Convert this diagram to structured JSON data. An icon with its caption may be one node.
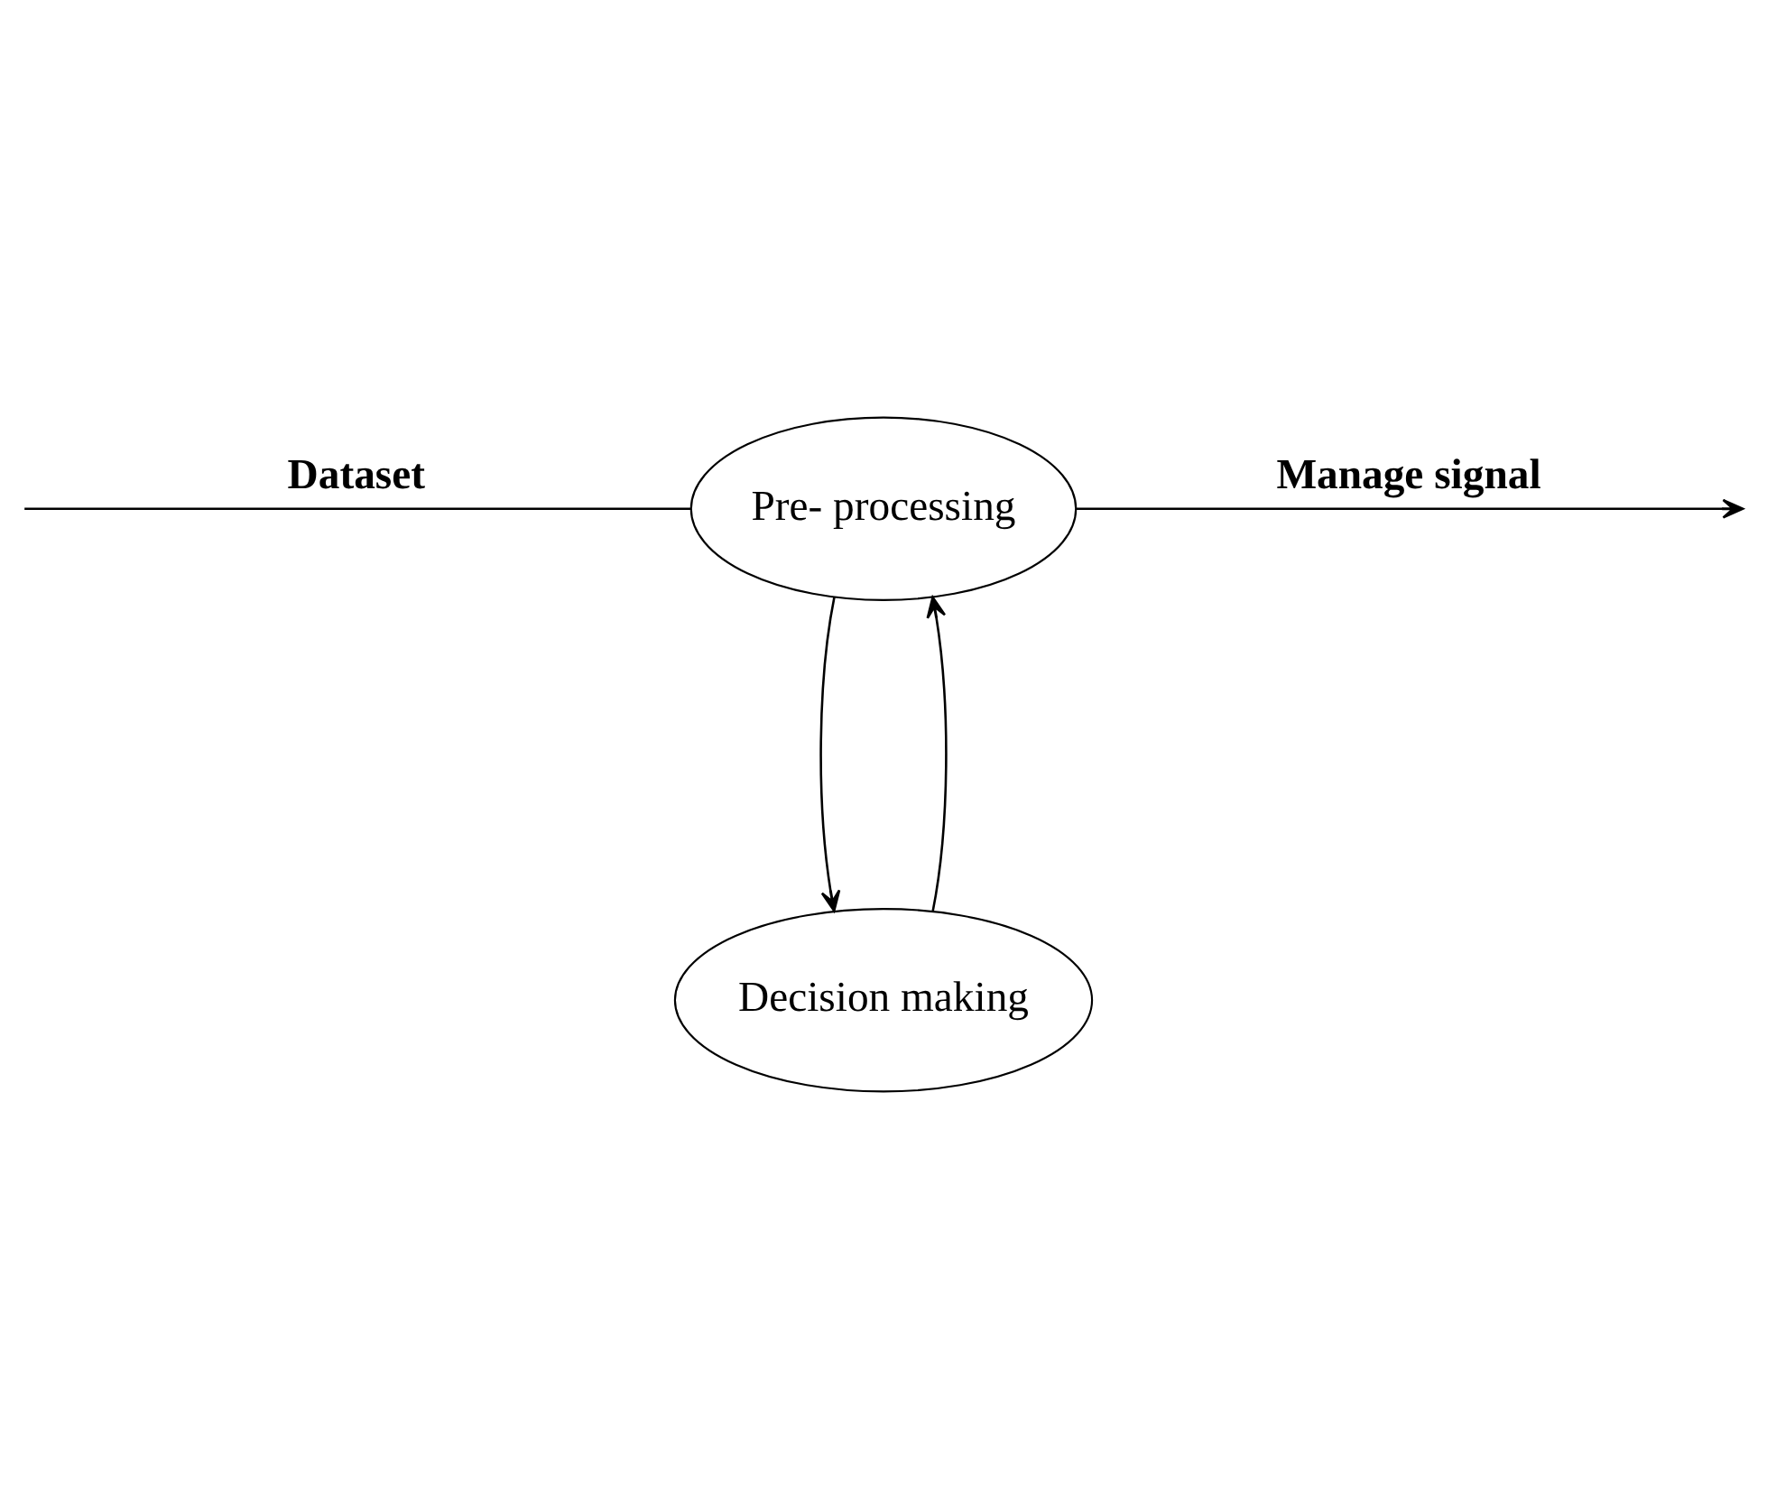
{
  "diagram": {
    "nodes": [
      {
        "text": [
          "Pre- processing"
        ]
      },
      {
        "text": [
          "Decision making"
        ]
      }
    ],
    "edges": [
      {
        "from": null,
        "to": 0,
        "arrow": "none",
        "label": "Dataset"
      },
      {
        "from": 0,
        "to": null,
        "arrow": "to",
        "label": "Manage signal"
      },
      {
        "from": 0,
        "to": 1,
        "arrow": "to"
      },
      {
        "from": 1,
        "to": 0,
        "arrow": "to"
      }
    ]
  }
}
